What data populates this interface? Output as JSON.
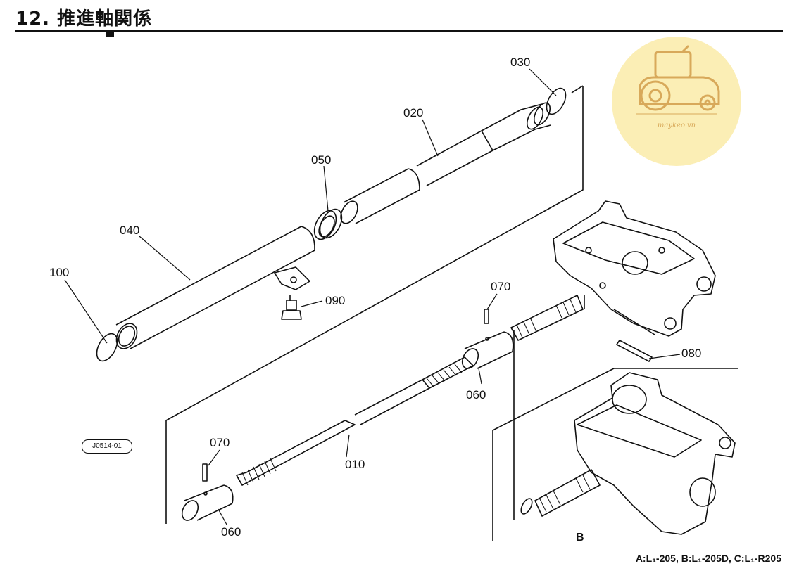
{
  "page": {
    "title": "12. 推進軸関係",
    "footnote": "A:L₁-205, B:L₁-205D, C:L₁-R205",
    "view_label": "B",
    "figure_code": "J0514-01",
    "watermark_text": "maykeo.vn"
  },
  "parts": [
    {
      "id": "p010",
      "label": "010"
    },
    {
      "id": "p020",
      "label": "020"
    },
    {
      "id": "p030",
      "label": "030"
    },
    {
      "id": "p040",
      "label": "040"
    },
    {
      "id": "p050",
      "label": "050"
    },
    {
      "id": "p060a",
      "label": "060"
    },
    {
      "id": "p060b",
      "label": "060"
    },
    {
      "id": "p070a",
      "label": "070"
    },
    {
      "id": "p070b",
      "label": "070"
    },
    {
      "id": "p080",
      "label": "080"
    },
    {
      "id": "p090",
      "label": "090"
    },
    {
      "id": "p100",
      "label": "100"
    }
  ],
  "colors": {
    "ink": "#111111",
    "watermark_bg": "#fbeeb5",
    "watermark_ink": "#d8a95a"
  }
}
